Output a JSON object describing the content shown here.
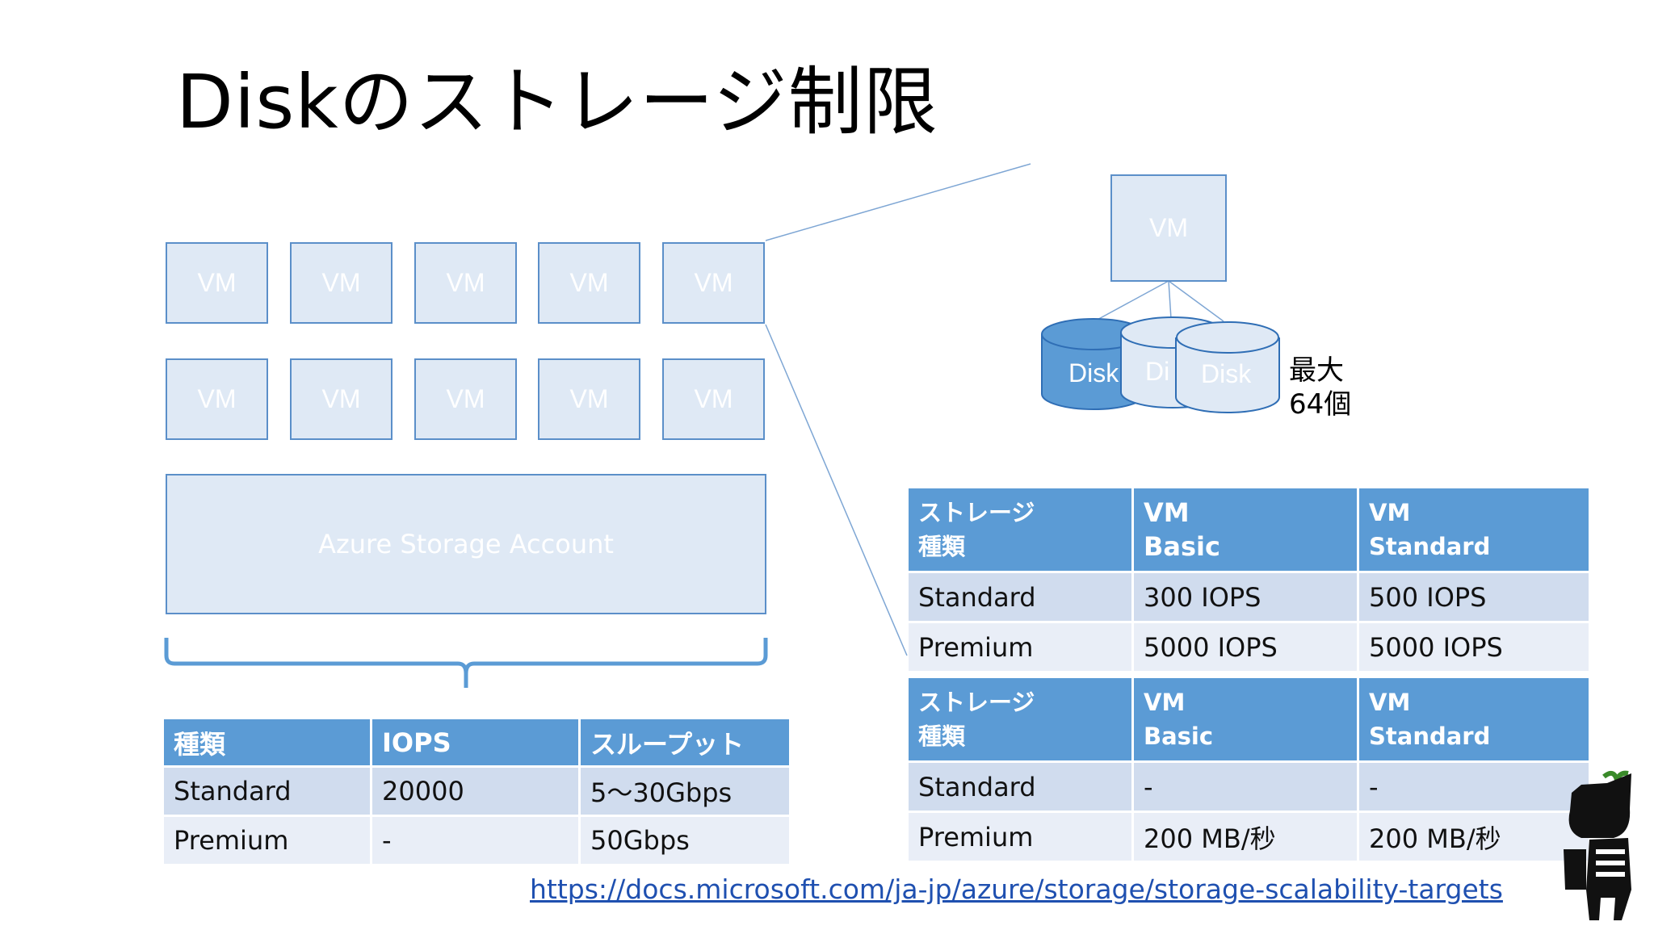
{
  "title": "Diskのストレージ制限",
  "vm_label": "VM",
  "storage_account_label": "Azure Storage Account",
  "detail": {
    "vm_label": "VM",
    "disk_labels": [
      "Disk",
      "Di",
      "Disk"
    ],
    "max_line1": "最大",
    "max_line2": "64個"
  },
  "account_table": {
    "headers": [
      "種類",
      "IOPS",
      "スループット"
    ],
    "rows": [
      [
        "Standard",
        "20000",
        "5〜30Gbps"
      ],
      [
        "Premium",
        "-",
        "50Gbps"
      ]
    ]
  },
  "iops_table": {
    "headers": [
      [
        "ストレージ",
        "種類"
      ],
      [
        "VM",
        "Basic"
      ],
      [
        "VM",
        "Standard"
      ]
    ],
    "rows": [
      [
        "Standard",
        "300 IOPS",
        "500 IOPS"
      ],
      [
        "Premium",
        "5000 IOPS",
        "5000 IOPS"
      ]
    ]
  },
  "throughput_table": {
    "headers": [
      [
        "ストレージ",
        "種類"
      ],
      [
        "VM",
        "Basic"
      ],
      [
        "VM",
        "Standard"
      ]
    ],
    "rows": [
      [
        "Standard",
        "-",
        "-"
      ],
      [
        "Premium",
        "200 MB/秒",
        "200 MB/秒"
      ]
    ]
  },
  "link": "https://docs.microsoft.com/ja-jp/azure/storage/storage-scalability-targets",
  "colors": {
    "accent": "#5b9bd5",
    "box_fill": "#dfe9f5",
    "box_border": "#5b8fc9",
    "row_dark": "#d0dcee",
    "row_light": "#e9eef7",
    "disk_dark": "#5b9bd5",
    "link": "#1f50b0"
  }
}
